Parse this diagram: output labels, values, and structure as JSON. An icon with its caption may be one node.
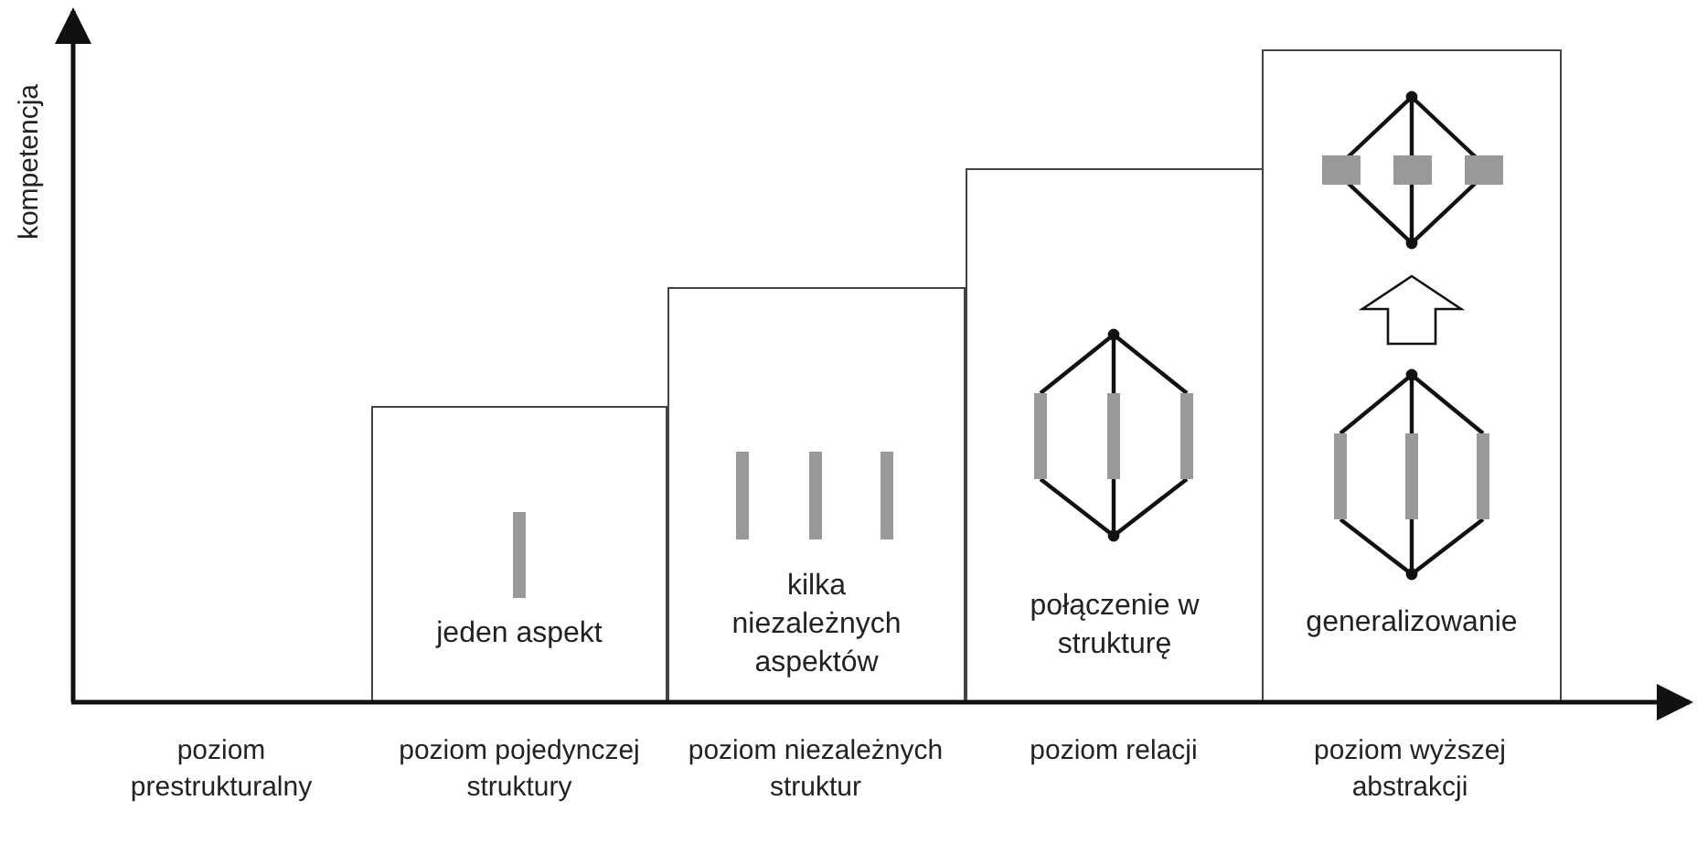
{
  "diagram": {
    "nodes": [
      {
        "text": [
          "jeden aspekt"
        ]
      },
      {
        "text": [
          "kilka niezależnych aspektów"
        ]
      },
      {
        "text": [
          "połączenie w strukturę"
        ]
      },
      {
        "text": [
          "generalizowanie"
        ]
      }
    ],
    "labels": [
      "kompetencja",
      "poziom prestrukturalny",
      "poziom pojedynczej struktury",
      "poziom niezależnych struktur",
      "poziom relacji",
      "poziom wyższej abstrakcji"
    ]
  }
}
